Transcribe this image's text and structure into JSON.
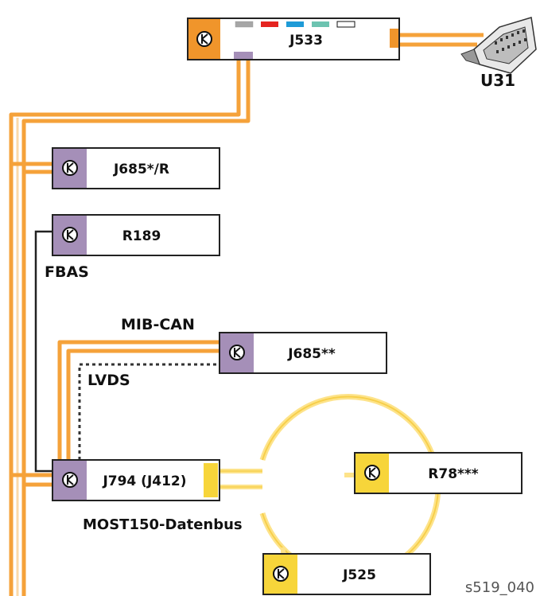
{
  "diagram": {
    "modules": {
      "j533": "J533",
      "j685r": "J685*/R",
      "r189": "R189",
      "j685": "J685**",
      "j794": "J794 (J412)",
      "r78": "R78***",
      "j525": "J525"
    },
    "connector_label": "U31",
    "bus_labels": {
      "fbas": "FBAS",
      "mib_can": "MIB-CAN",
      "lvds": "LVDS",
      "most150": "MOST150-Datenbus"
    },
    "figure_id": "s519_040"
  },
  "colors": {
    "can_bus": "#f5a23a",
    "can_bus_light": "#fbd9a8",
    "most_ring": "#fde38a",
    "purple_tab": "#a58fb8",
    "orange_tab": "#f0952b",
    "yellow_tab": "#f7d53a",
    "fbas_line": "#222222",
    "lvds_line": "#333333"
  },
  "j533_indicators": [
    "#a6a6a6",
    "#e52420",
    "#1e9bd7",
    "#6cc3b0",
    "#ffffff"
  ]
}
